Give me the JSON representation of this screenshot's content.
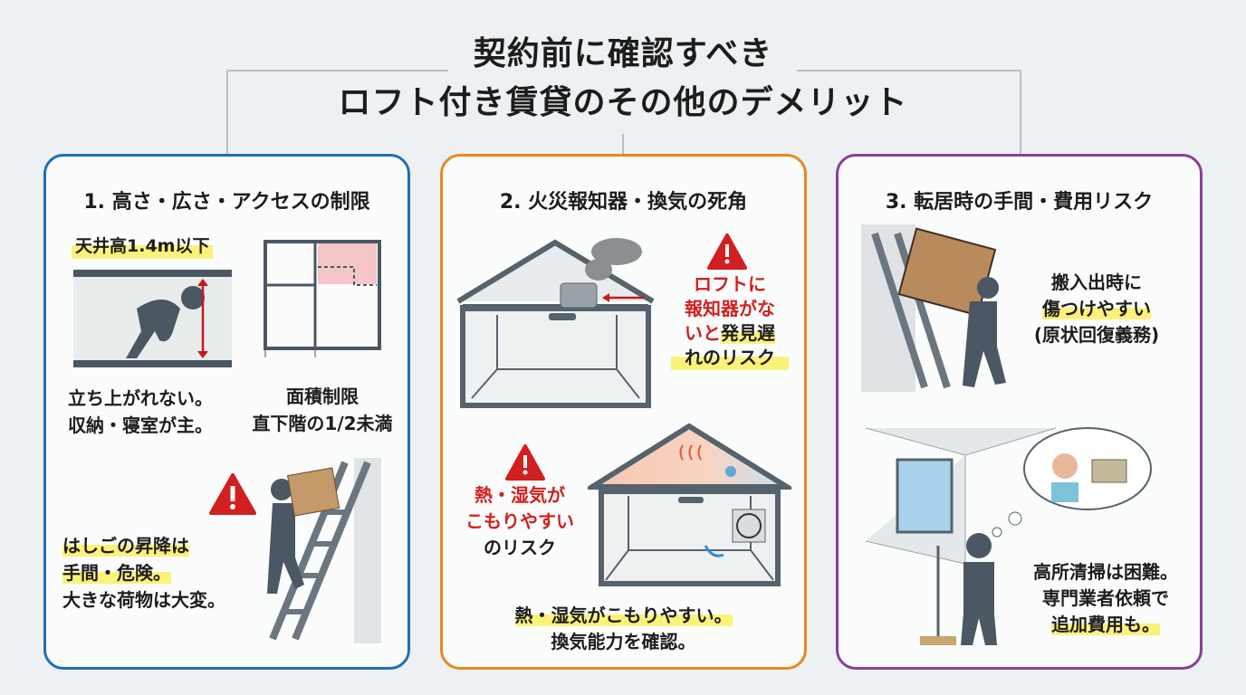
{
  "title": {
    "line1": "契約前に確認すべき",
    "line2": "ロフト付き賃貸のその他のデメリット"
  },
  "colors": {
    "card1": "#1f6fb5",
    "card2": "#e8891f",
    "card3": "#8a3f96",
    "warning": "#d21f1f",
    "highlight": "#fbf27a"
  },
  "cards": [
    {
      "heading": "1. 高さ・広さ・アクセスの制限",
      "ceiling_label": "天井高1.4m以下",
      "standing": [
        "立ち上がれない。",
        "収納・寝室が主。"
      ],
      "area": [
        "面積制限",
        "直下階の1/2未満"
      ],
      "ladder": [
        "はしごの昇降は",
        "手間・危険。",
        "大きな荷物は大変。"
      ]
    },
    {
      "heading": "2. 火災報知器・換気の死角",
      "alarm": [
        "ロフトに",
        "報知器がな",
        "いと",
        "発見遅",
        "れのリスク"
      ],
      "heat": [
        "熱・湿気が",
        "こもりやすい",
        "のリスク"
      ],
      "bottom": [
        "熱・湿気がこもりやすい。",
        "換気能力を確認。"
      ]
    },
    {
      "heading": "3. 転居時の手間・費用リスク",
      "moving": [
        "搬入出時に",
        "傷つけやすい",
        "(原状回復義務)"
      ],
      "cleaning": [
        "高所清掃は困難。",
        "専門業者依頼で",
        "追加費用も。"
      ]
    }
  ]
}
